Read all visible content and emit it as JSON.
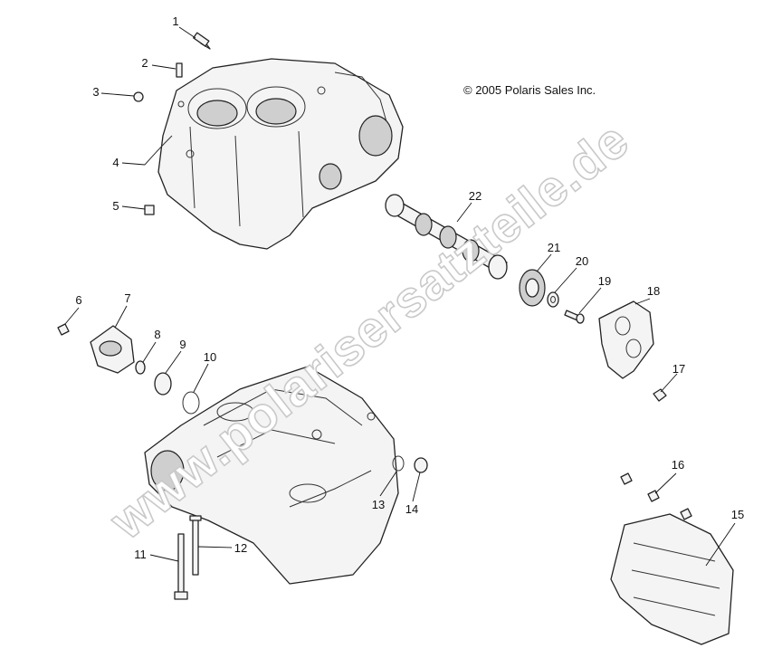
{
  "copyright": "© 2005 Polaris Sales Inc.",
  "watermark": "www.polarisersatzteile.de",
  "callouts": [
    "1",
    "2",
    "3",
    "4",
    "5",
    "6",
    "7",
    "8",
    "9",
    "10",
    "11",
    "12",
    "13",
    "14",
    "15",
    "16",
    "17",
    "18",
    "19",
    "20",
    "21",
    "22"
  ]
}
